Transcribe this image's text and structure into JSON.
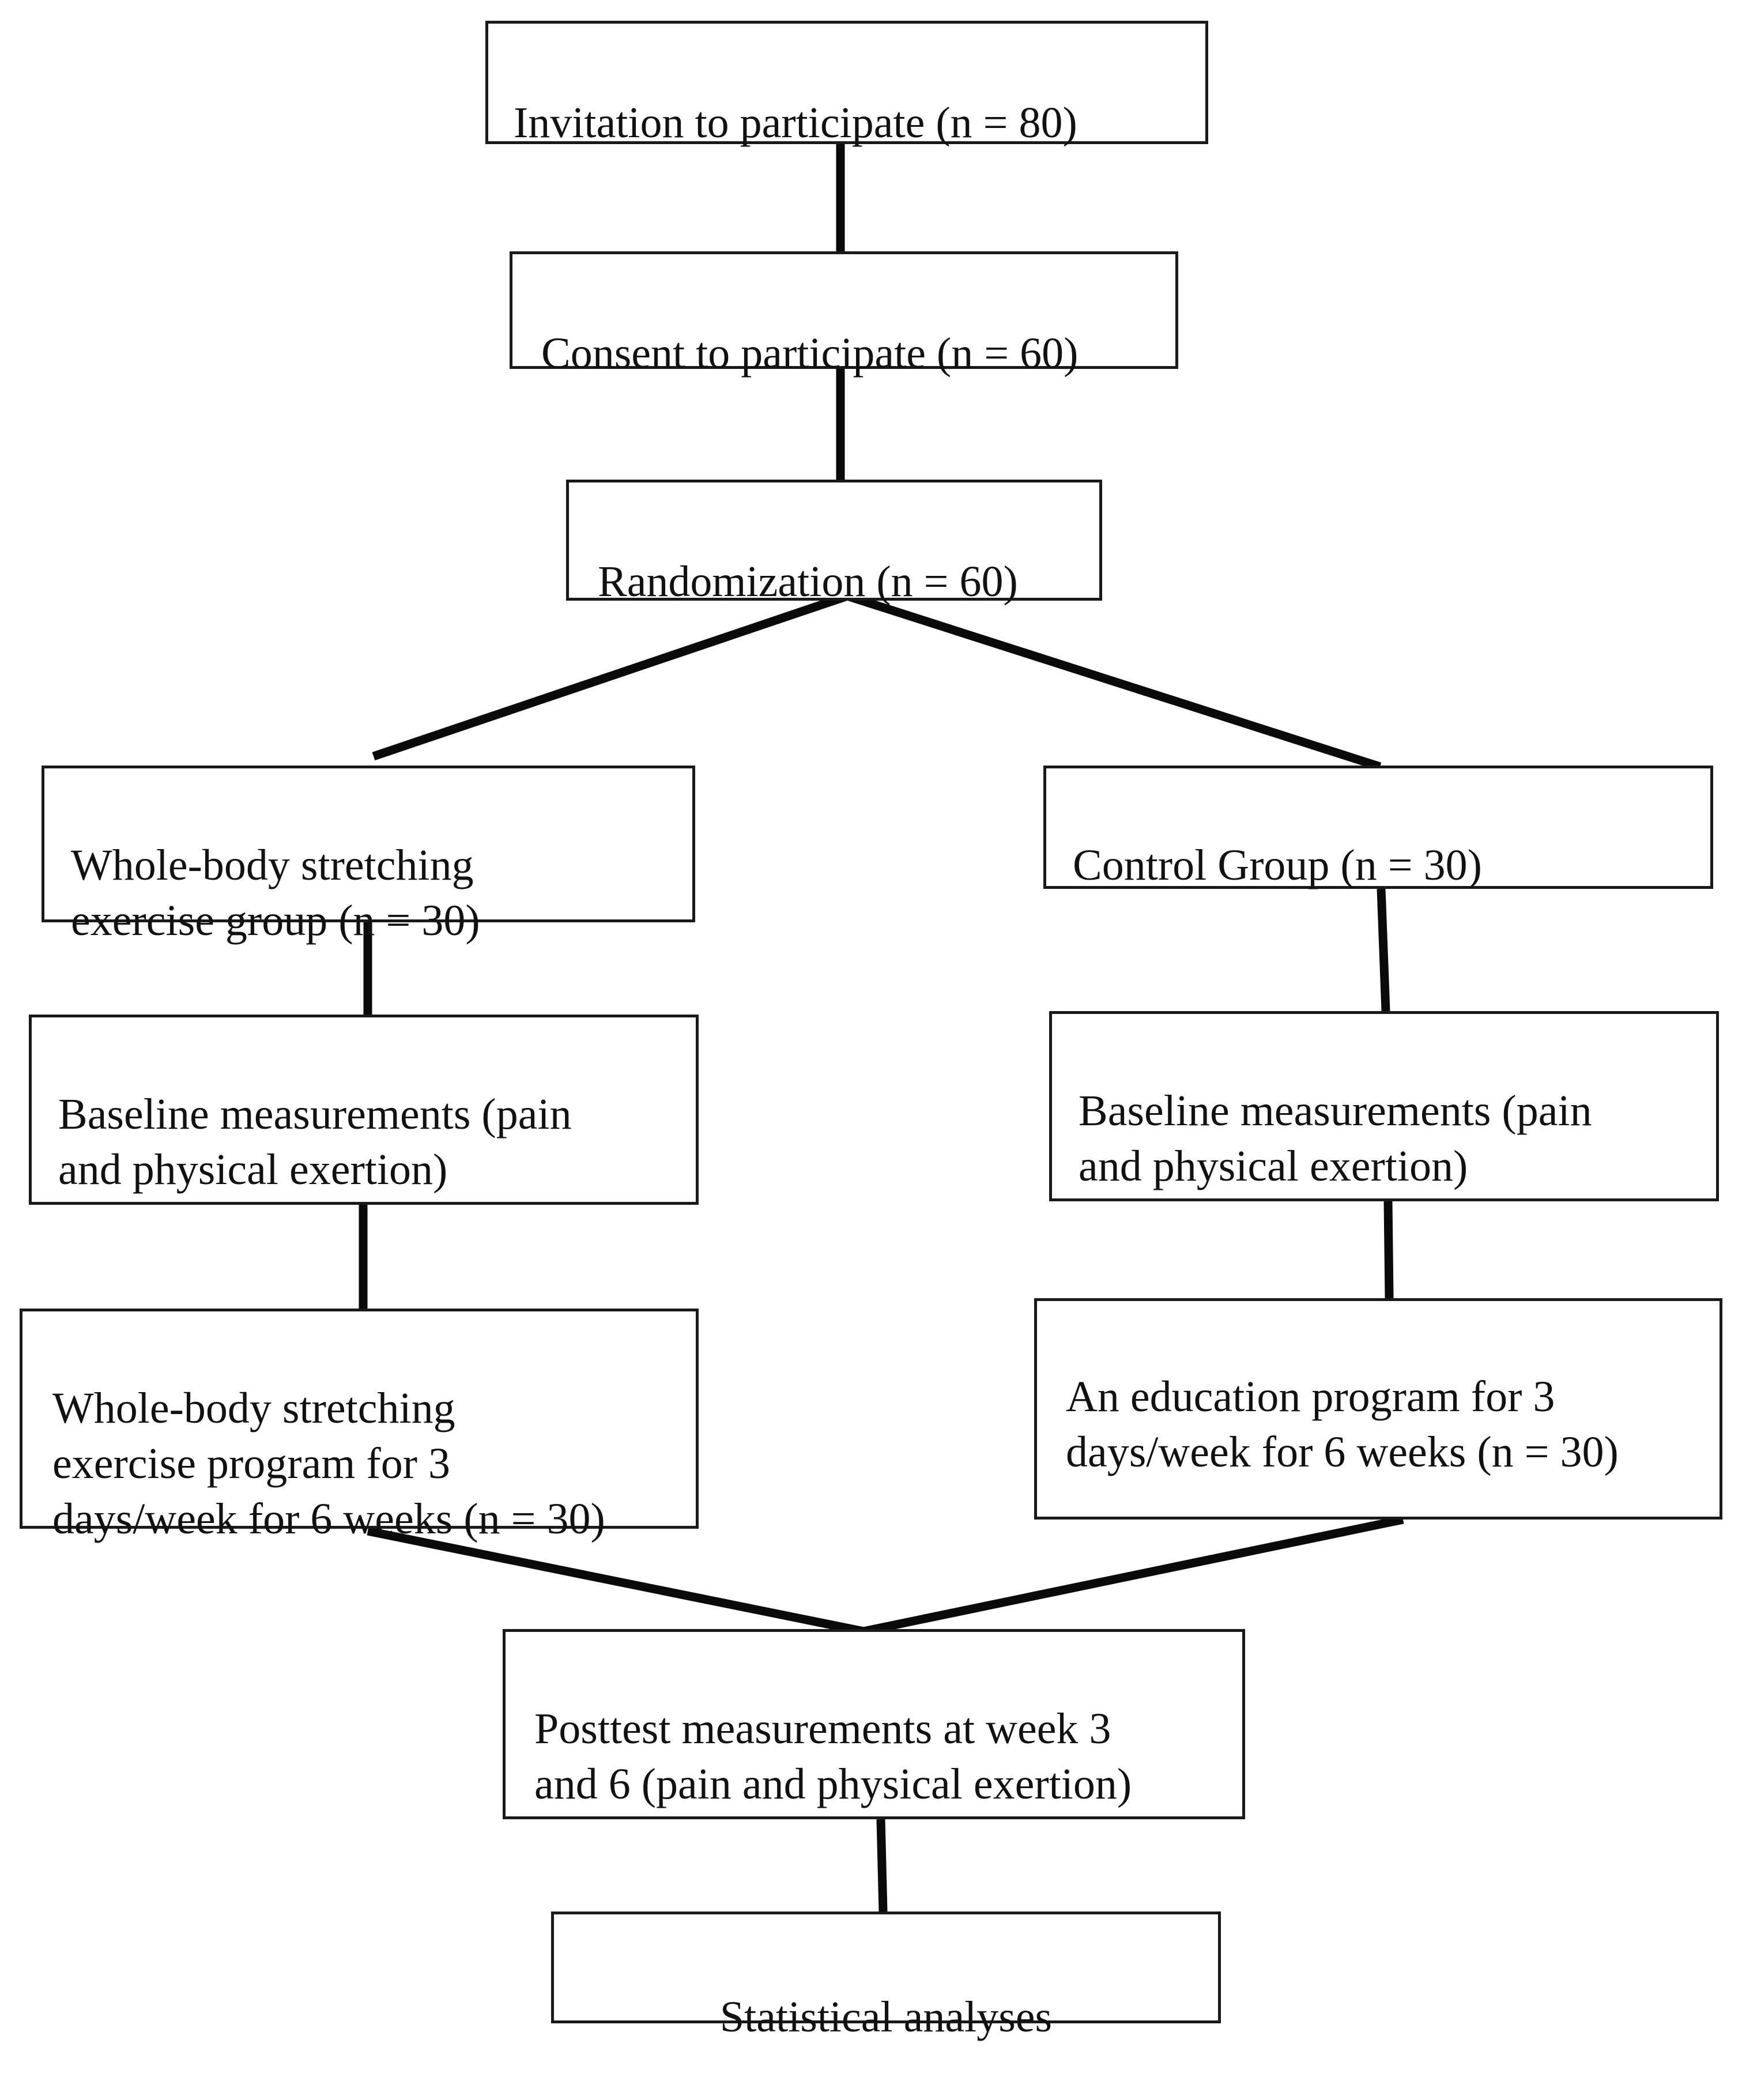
{
  "flowchart": {
    "invitation": "Invitation to participate (n = 80)",
    "consent": "Consent to participate (n = 60)",
    "randomization": "Randomization (n = 60)",
    "exercise_group": "Whole-body stretching\nexercise group (n = 30)",
    "control_group": "Control Group (n = 30)",
    "baseline_exercise": "Baseline measurements (pain\nand physical exertion)",
    "baseline_control": "Baseline measurements (pain\nand physical exertion)",
    "exercise_program": "Whole-body stretching\nexercise program for 3\ndays/week for 6 weeks (n = 30)",
    "education_program": "An education program for 3\ndays/week for 6 weeks (n = 30)",
    "posttest": "Posttest measurements at week 3\nand 6 (pain and physical exertion)",
    "statistical_analyses": "Statistical analyses"
  },
  "colors": {
    "line": "#0a0a0a",
    "border": "#1a1a1a",
    "text": "#111111",
    "background": "#ffffff"
  }
}
